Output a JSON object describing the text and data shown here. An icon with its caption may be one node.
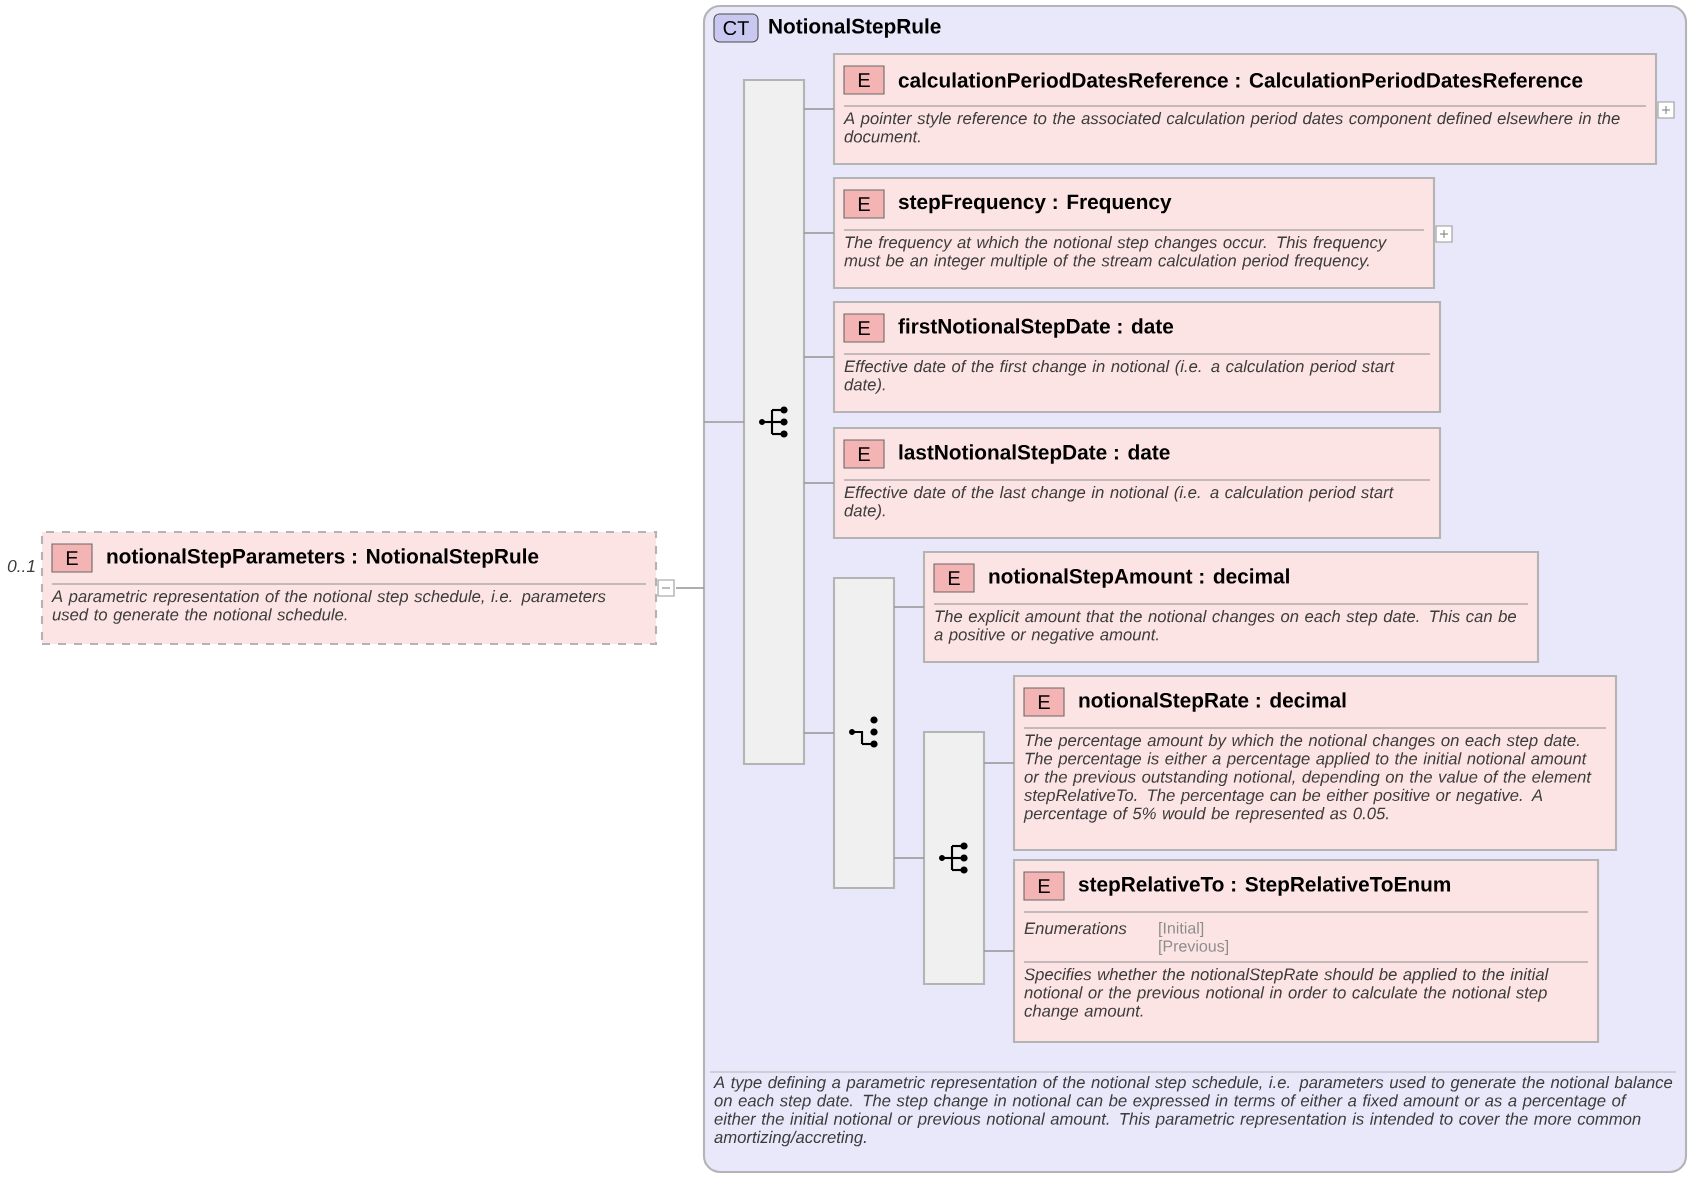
{
  "diagram": {
    "nodes": [
      {
        "text": [
          "E",
          "notionalStepParameters : NotionalStepRule",
          "A parametric representation of the notional step schedule, i.e. parameters used to generate the notional schedule."
        ],
        "beside": [
          "0..1"
        ]
      },
      {
        "text": [
          "CT",
          "NotionalStepRule",
          "A type defining a parametric representation of the notional step schedule, i.e. parameters used to generate the notional balance on each step date. The step change in notional can be expressed in terms of either a fixed amount or as a percentage of either the initial notional or previous notional amount. This parametric representation is intended to cover the more common amortizing/accreting."
        ]
      },
      {
        "text": [],
        "shape": "bar",
        "in": 1
      },
      {
        "text": [
          "E",
          "calculationPeriodDatesReference : CalculationPeriodDatesReference",
          "A pointer style reference to the associated calculation period dates component defined elsewhere in the document."
        ],
        "in": 1
      },
      {
        "text": [
          "E",
          "stepFrequency : Frequency",
          "The frequency at which the notional step changes occur. This frequency must be an integer multiple of the stream calculation period frequency."
        ],
        "in": 1
      },
      {
        "text": [
          "E",
          "firstNotionalStepDate : date",
          "Effective date of the first change in notional (i.e. a calculation period start date)."
        ],
        "in": 1
      },
      {
        "text": [
          "E",
          "lastNotionalStepDate : date",
          "Effective date of the last change in notional (i.e. a calculation period start date)."
        ],
        "in": 1
      },
      {
        "text": [],
        "shape": "bar",
        "in": 1
      },
      {
        "text": [
          "E",
          "notionalStepAmount : decimal",
          "The explicit amount that the notional changes on each step date. This can be a positive or negative amount."
        ],
        "in": 1
      },
      {
        "text": [],
        "shape": "bar",
        "in": 1
      },
      {
        "text": [
          "E",
          "notionalStepRate : decimal",
          "The percentage amount by which the notional changes on each step date. The percentage is either a percentage applied to the initial notional amount or the previous outstanding notional, depending on the value of the element stepRelativeTo. The percentage can be either positive or negative. A percentage of 5% would be represented as 0.05."
        ],
        "in": 1
      },
      {
        "text": [
          "E",
          "stepRelativeTo : StepRelativeToEnum",
          "Enumerations",
          "[Initial]",
          "[Previous]",
          "Specifies whether the notionalStepRate should be applied to the initial notional or the previous notional in order to calculate the notional step change amount."
        ],
        "in": 1
      }
    ],
    "edges": [
      {
        "from": 0,
        "to": 1,
        "arrow": "none"
      },
      {
        "from": 1,
        "to": 2,
        "arrow": "none"
      },
      {
        "from": 2,
        "to": 3,
        "arrow": "none"
      },
      {
        "from": 2,
        "to": 4,
        "arrow": "none"
      },
      {
        "from": 2,
        "to": 5,
        "arrow": "none"
      },
      {
        "from": 2,
        "to": 6,
        "arrow": "none"
      },
      {
        "from": 2,
        "to": 7,
        "arrow": "none"
      },
      {
        "from": 7,
        "to": 8,
        "arrow": "none"
      },
      {
        "from": 7,
        "to": 9,
        "arrow": "none"
      },
      {
        "from": 9,
        "to": 10,
        "arrow": "none"
      },
      {
        "from": 9,
        "to": 11,
        "arrow": "none"
      }
    ]
  }
}
